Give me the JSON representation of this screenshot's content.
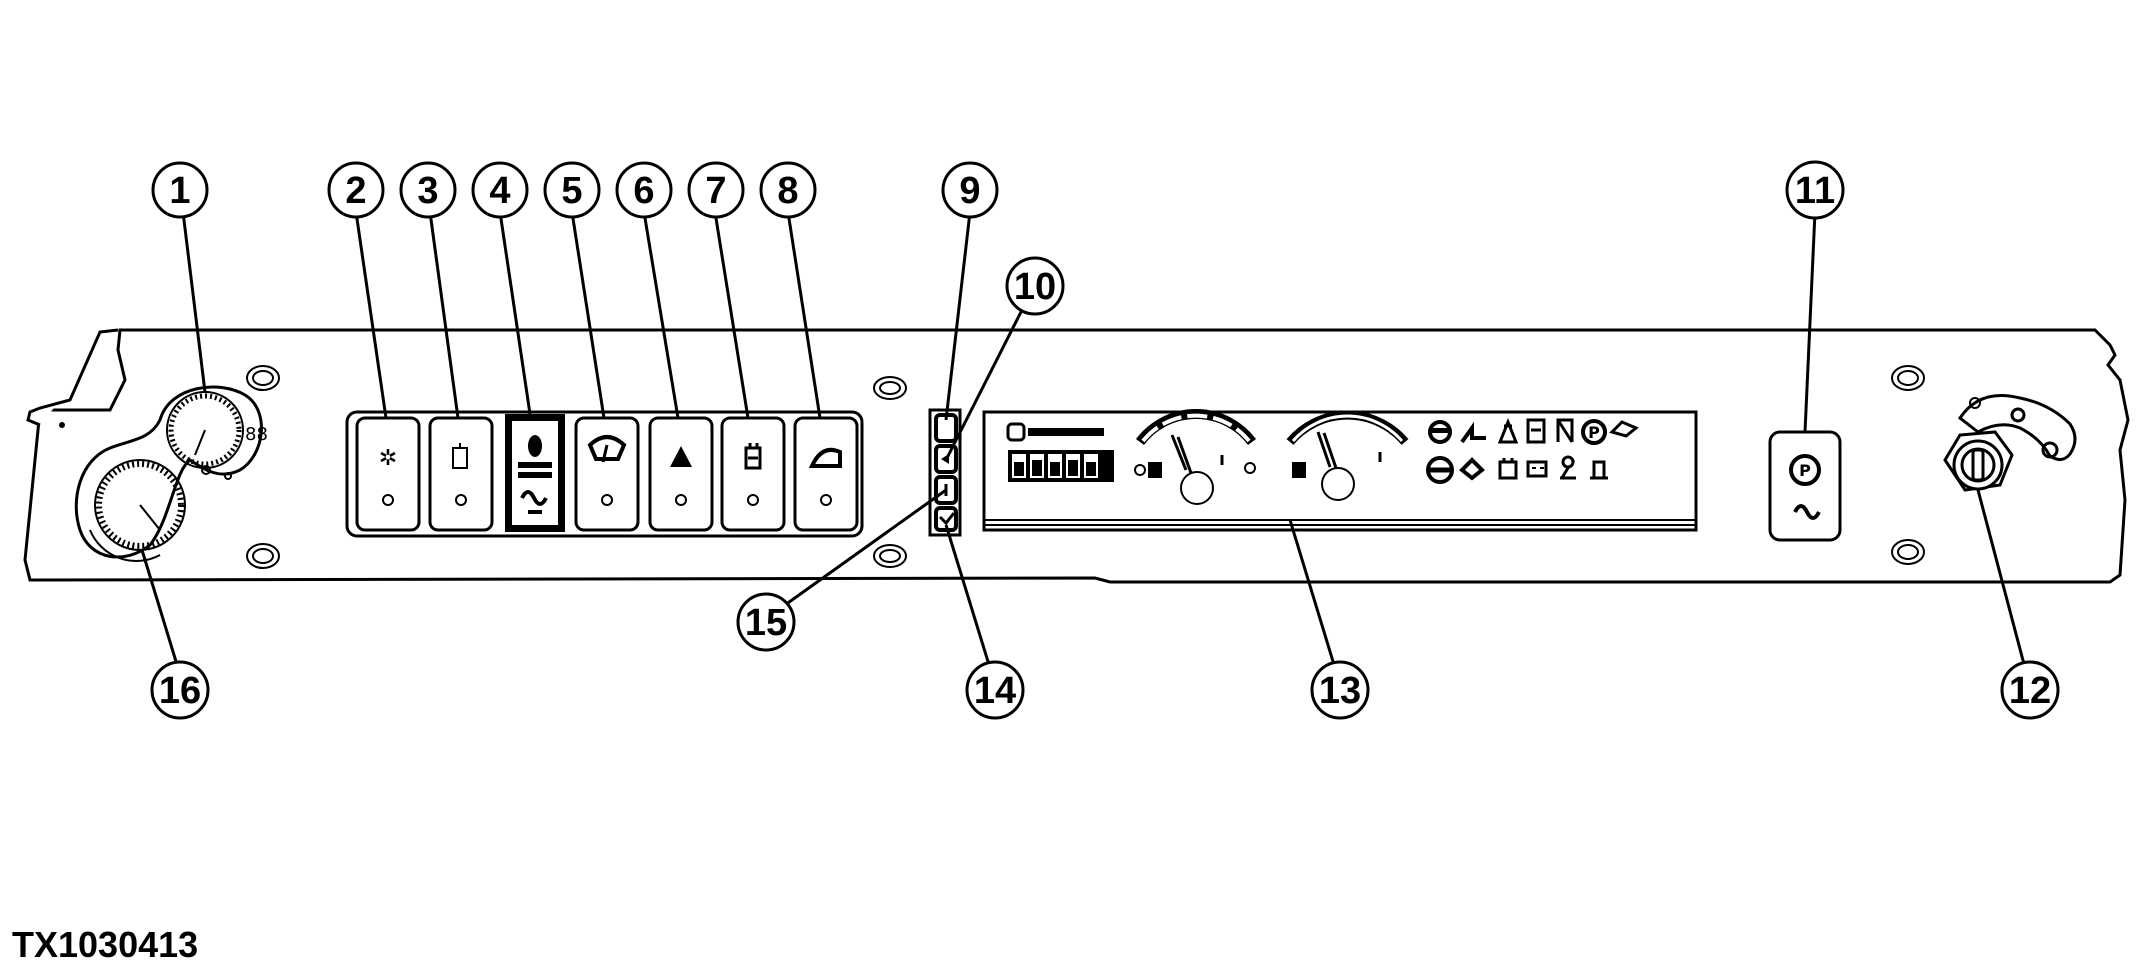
{
  "figure_id": "TX1030413",
  "callouts": [
    {
      "number": "1"
    },
    {
      "number": "2"
    },
    {
      "number": "3"
    },
    {
      "number": "4"
    },
    {
      "number": "5"
    },
    {
      "number": "6"
    },
    {
      "number": "7"
    },
    {
      "number": "8"
    },
    {
      "number": "9"
    },
    {
      "number": "10"
    },
    {
      "number": "11"
    },
    {
      "number": "12"
    },
    {
      "number": "13"
    },
    {
      "number": "14"
    },
    {
      "number": "15"
    },
    {
      "number": "16"
    }
  ],
  "icons": {
    "switch_icons": [
      "work-light-icon",
      "beacon-icon",
      "ride-control-icon",
      "wiper-icon",
      "hazard-icon",
      "axle-lock-icon",
      "rear-light-icon"
    ],
    "display_icons": [
      "coolant-temp-gauge-icon",
      "fuel-gauge-icon",
      "warning-indicator-icons"
    ]
  },
  "colors": {
    "line": "#000000",
    "background": "#ffffff"
  }
}
